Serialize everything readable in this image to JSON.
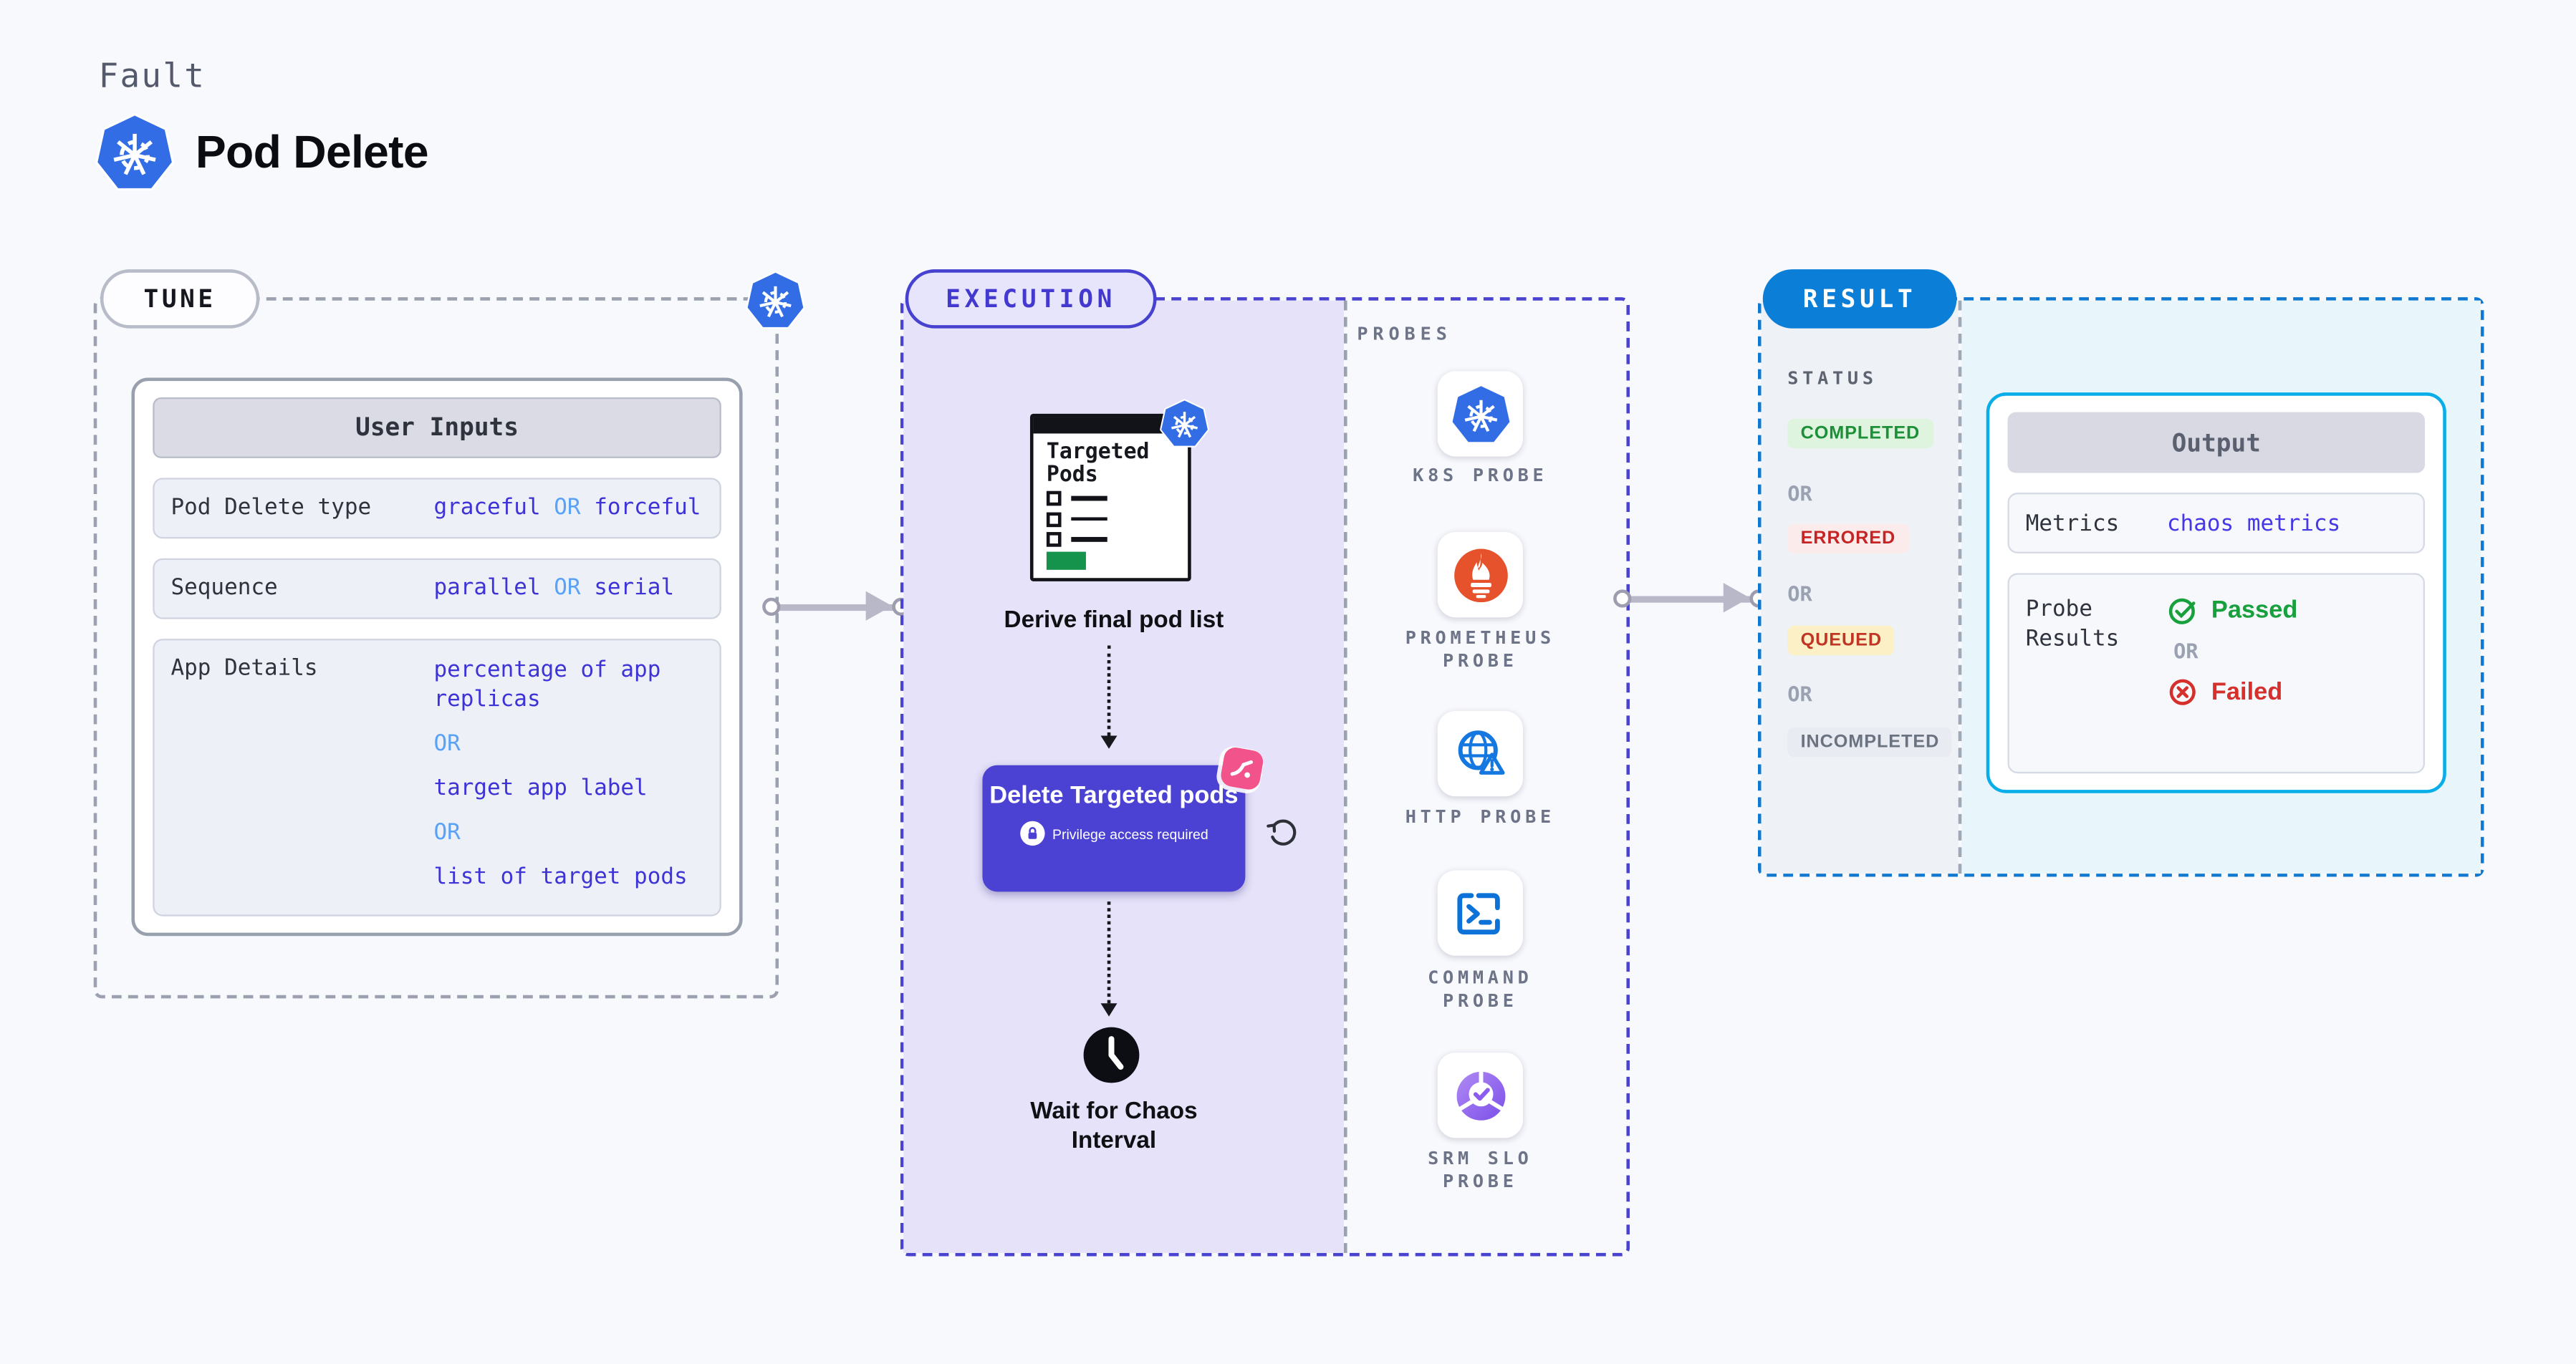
{
  "header": {
    "eyebrow": "Fault",
    "title": "Pod Delete"
  },
  "tune": {
    "badge": "TUNE",
    "user_inputs": {
      "title": "User Inputs",
      "or": "OR",
      "row1": {
        "label": "Pod Delete type",
        "opt1": "graceful",
        "opt2": "forceful"
      },
      "row2": {
        "label": "Sequence",
        "opt1": "parallel",
        "opt2": "serial"
      },
      "row3": {
        "label": "App Details",
        "opt1": "percentage of app replicas",
        "opt2": "target app label",
        "opt3": "list of target pods"
      }
    }
  },
  "execution": {
    "badge": "EXECUTION",
    "derive_step": {
      "card_title": "Targeted Pods",
      "caption": "Derive final pod list"
    },
    "delete_step": {
      "title": "Delete Targeted pods",
      "note": "Privilege access required"
    },
    "wait_step": {
      "caption": "Wait for Chaos Interval"
    },
    "probes": {
      "title": "PROBES",
      "items": [
        {
          "name": "K8S PROBE",
          "icon": "kubernetes-icon"
        },
        {
          "name": "PROMETHEUS PROBE",
          "icon": "prometheus-icon"
        },
        {
          "name": "HTTP PROBE",
          "icon": "http-globe-icon"
        },
        {
          "name": "COMMAND PROBE",
          "icon": "terminal-icon"
        },
        {
          "name": "SRM SLO PROBE",
          "icon": "srm-slo-donut-icon"
        }
      ]
    }
  },
  "result": {
    "badge": "RESULT",
    "status": {
      "title": "STATUS",
      "or": "OR",
      "items": [
        "COMPLETED",
        "ERRORED",
        "QUEUED",
        "INCOMPLETED"
      ]
    },
    "output": {
      "title": "Output",
      "metrics": {
        "label": "Metrics",
        "value": "chaos metrics"
      },
      "probe_results": {
        "label": "Probe Results",
        "passed": "Passed",
        "or": "OR",
        "failed": "Failed"
      }
    }
  },
  "colors": {
    "accent_indigo": "#4741d0",
    "value_indigo": "#3e33d6",
    "or_blue": "#59a2f6",
    "kubernetes_blue": "#326de6",
    "prometheus_orange": "#e6522c",
    "probe_blue": "#1478e0",
    "srm_purple": "#8b5cf0",
    "litmus_pink": "#f2538b",
    "result_blue": "#0b7fd8",
    "output_cyan": "#09aee8",
    "completed_green": "#1c9038",
    "errored_red": "#c62424",
    "incompleted_gray": "#6b7280",
    "passed_green": "#18a03c",
    "failed_red": "#d6302c",
    "execution_lavender": "#e5e2f9"
  }
}
